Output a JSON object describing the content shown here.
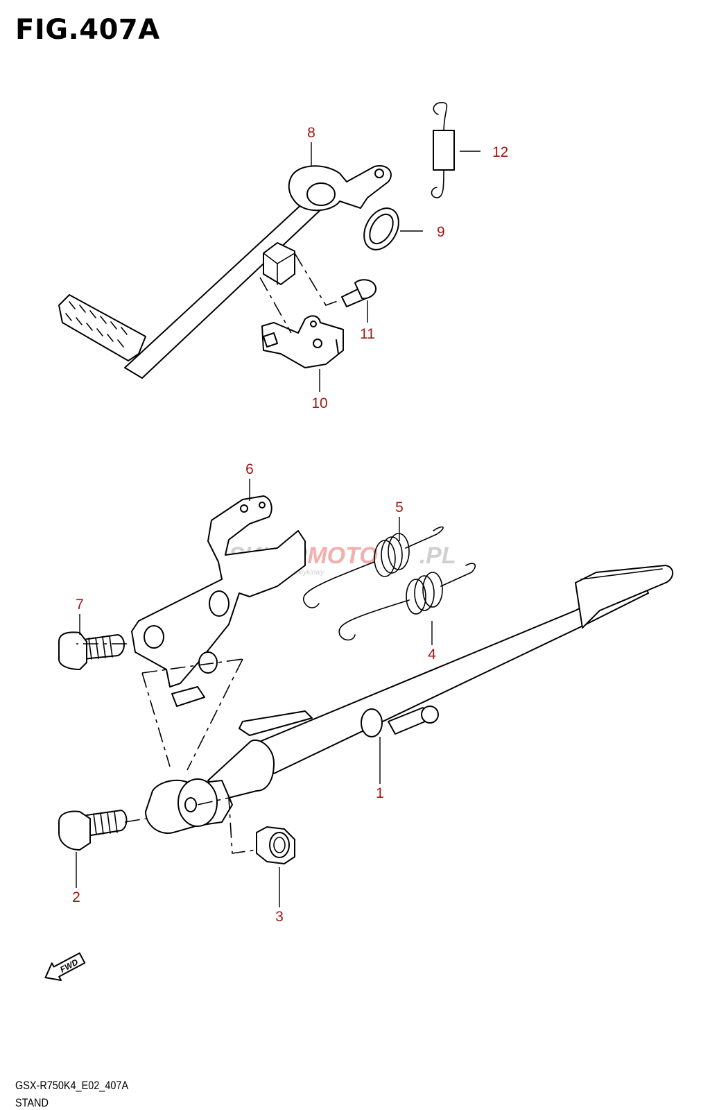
{
  "figure": {
    "title": "FIG.407A"
  },
  "callouts": [
    {
      "id": "1",
      "label": "1"
    },
    {
      "id": "2",
      "label": "2"
    },
    {
      "id": "3",
      "label": "3"
    },
    {
      "id": "4",
      "label": "4"
    },
    {
      "id": "5",
      "label": "5"
    },
    {
      "id": "6",
      "label": "6"
    },
    {
      "id": "7",
      "label": "7"
    },
    {
      "id": "8",
      "label": "8"
    },
    {
      "id": "9",
      "label": "9"
    },
    {
      "id": "10",
      "label": "10"
    },
    {
      "id": "11",
      "label": "11"
    },
    {
      "id": "12",
      "label": "12"
    }
  ],
  "watermark": {
    "brand_a": "SKLEP",
    "brand_b": "MOTO",
    "brand_c": ".PL",
    "tagline": "internetowy sklep motocyklowy"
  },
  "fwd_label": "FWD",
  "footer": {
    "code": "GSX-R750K4_E02_407A",
    "name": "STAND"
  },
  "colors": {
    "callout": "#a31515",
    "line": "#000000",
    "watermark": "#c8c8c8",
    "watermark_accent": "#f2a0a0"
  }
}
